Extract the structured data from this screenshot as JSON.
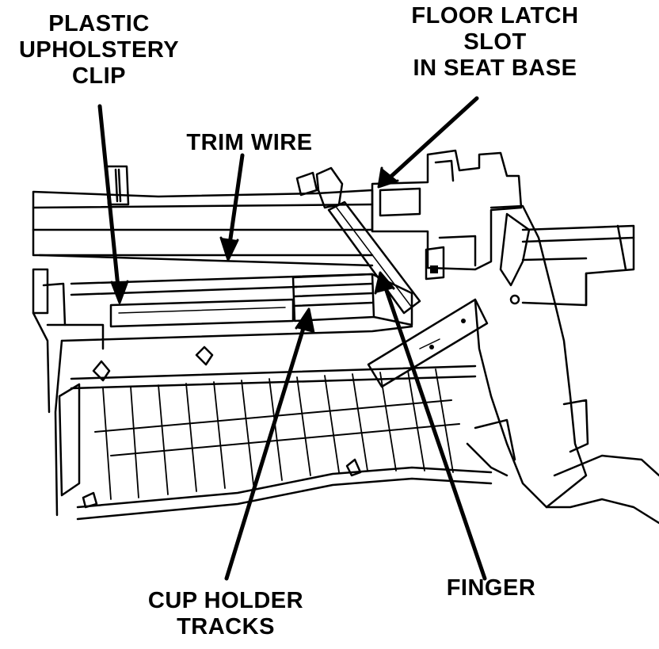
{
  "colors": {
    "ink": "#000000",
    "paper": "#ffffff"
  },
  "labels": {
    "plastic_clip": [
      "PLASTIC",
      "UPHOLSTERY",
      "CLIP"
    ],
    "trim_wire": "TRIM WIRE",
    "floor_latch": [
      "FLOOR LATCH",
      "SLOT",
      "IN SEAT BASE"
    ],
    "cup_holder": [
      "CUP HOLDER",
      "TRACKS"
    ],
    "finger": "FINGER"
  }
}
